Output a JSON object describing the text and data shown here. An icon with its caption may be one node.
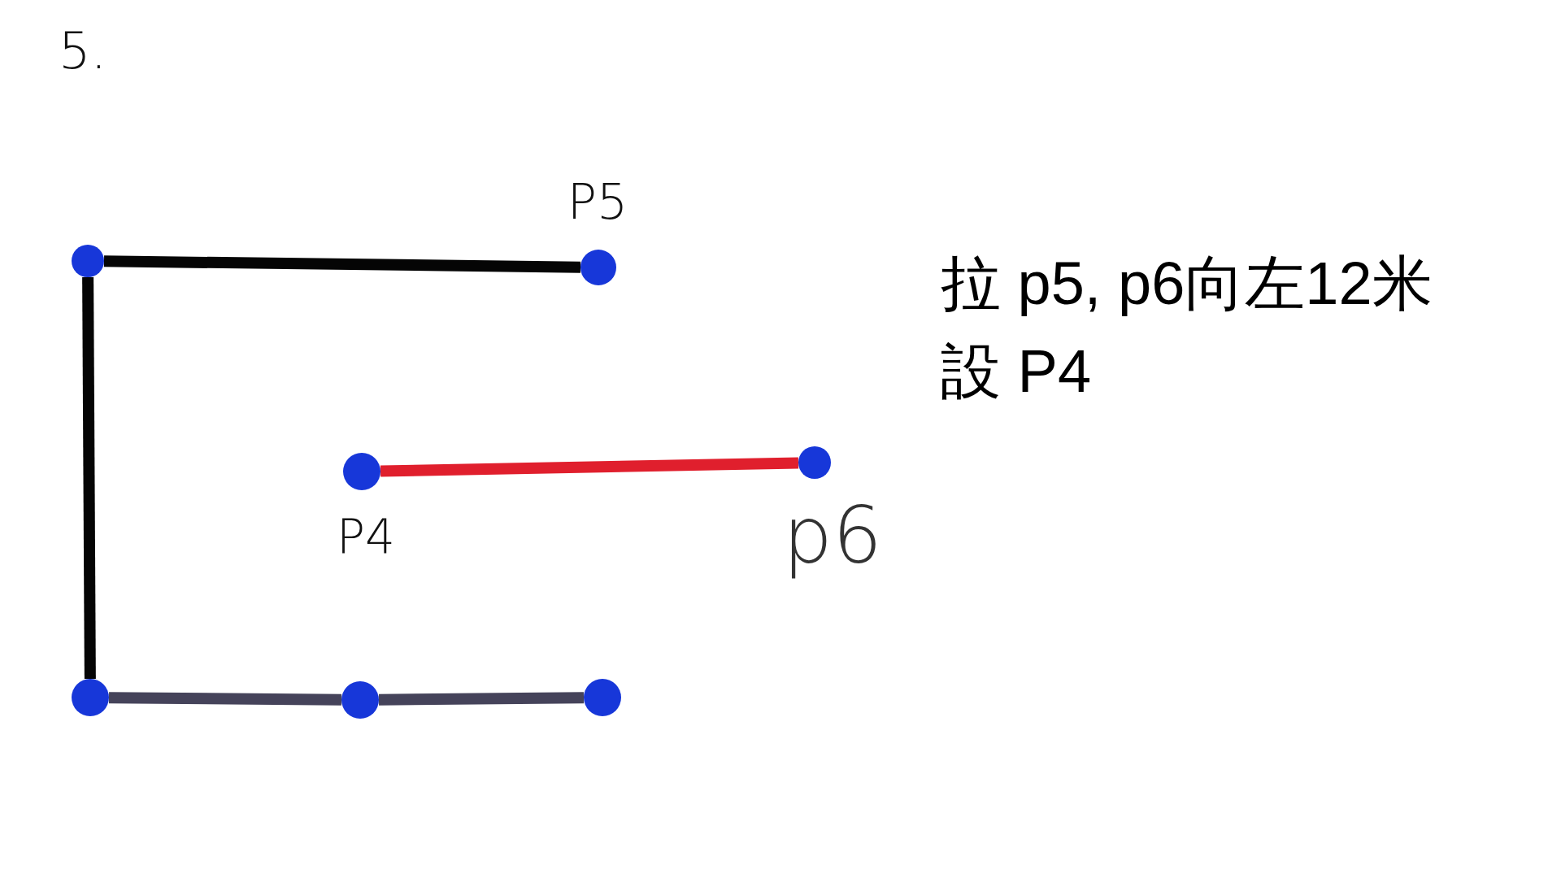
{
  "diagram": {
    "title": "5.",
    "nodes": [
      {
        "text": [],
        "shape": "circle"
      },
      {
        "text": [],
        "shape": "circle",
        "beside": [
          "P5"
        ]
      },
      {
        "text": [],
        "shape": "circle",
        "beside": [
          "P4"
        ]
      },
      {
        "text": [],
        "shape": "circle",
        "beside": [
          "p6"
        ]
      },
      {
        "text": [],
        "shape": "circle"
      },
      {
        "text": [],
        "shape": "circle"
      },
      {
        "text": [],
        "shape": "circle"
      }
    ],
    "edges": [
      {
        "from": 0,
        "to": 1,
        "arrow": "none"
      },
      {
        "from": 0,
        "to": 4,
        "arrow": "none"
      },
      {
        "from": 2,
        "to": 3,
        "arrow": "none",
        "color": "#e01f2d"
      },
      {
        "from": 4,
        "to": 5,
        "arrow": "none",
        "color": "#45435a"
      },
      {
        "from": 5,
        "to": 6,
        "arrow": "none",
        "color": "#45435a"
      }
    ],
    "labels": [
      "拉 p5, p6向左12米",
      "設 P4"
    ]
  }
}
